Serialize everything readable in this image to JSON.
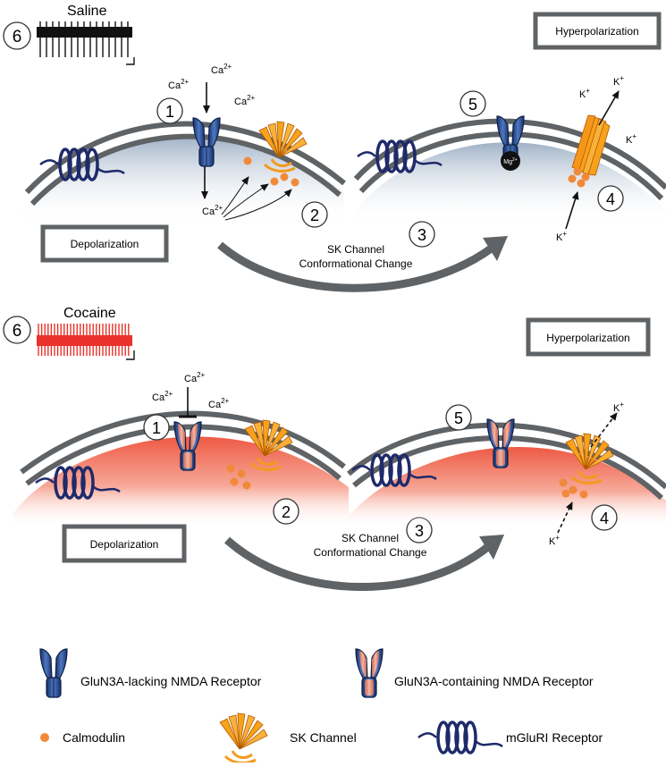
{
  "top_panel": {
    "condition": "Saline",
    "step_labels": [
      "1",
      "2",
      "3",
      "4",
      "5",
      "6"
    ],
    "ions": {
      "ca": [
        "Ca",
        "2+"
      ],
      "k": [
        "K",
        "+"
      ],
      "mg": [
        "Mg",
        "2+"
      ]
    },
    "depolarization_label": "Depolarization",
    "hyperpolarization_label": "Hyperpolarization",
    "conformational_change": [
      "SK Channel",
      "Conformational Change"
    ]
  },
  "bottom_panel": {
    "condition": "Cocaine",
    "step_labels": [
      "1",
      "2",
      "3",
      "4",
      "5",
      "6"
    ],
    "ions": {
      "ca": [
        "Ca",
        "2+"
      ],
      "k": [
        "K",
        "+"
      ]
    },
    "depolarization_label": "Depolarization",
    "hyperpolarization_label": "Hyperpolarization",
    "conformational_change": [
      "SK Channel",
      "Conformational Change"
    ]
  },
  "legend": {
    "glun3a_lacking": "GluN3A-lacking NMDA Receptor",
    "glun3a_containing": "GluN3A-containing NMDA Receptor",
    "calmodulin": "Calmodulin",
    "sk_channel": "SK Channel",
    "mglur": "mGluRI Receptor"
  },
  "colors": {
    "membrane": "#5f6366",
    "saline_cytoplasm": "#a9b8c9",
    "cocaine_cytoplasm": "#f0644f",
    "nmda_blue": "#1d3f7e",
    "nmda_pink": "#e08d7c",
    "sk_orange": "#f5a623",
    "calmodulin": "#f08a3a",
    "mglur_blue": "#1e2a6a",
    "saline_trace": "#111111",
    "cocaine_trace": "#e8322b"
  }
}
